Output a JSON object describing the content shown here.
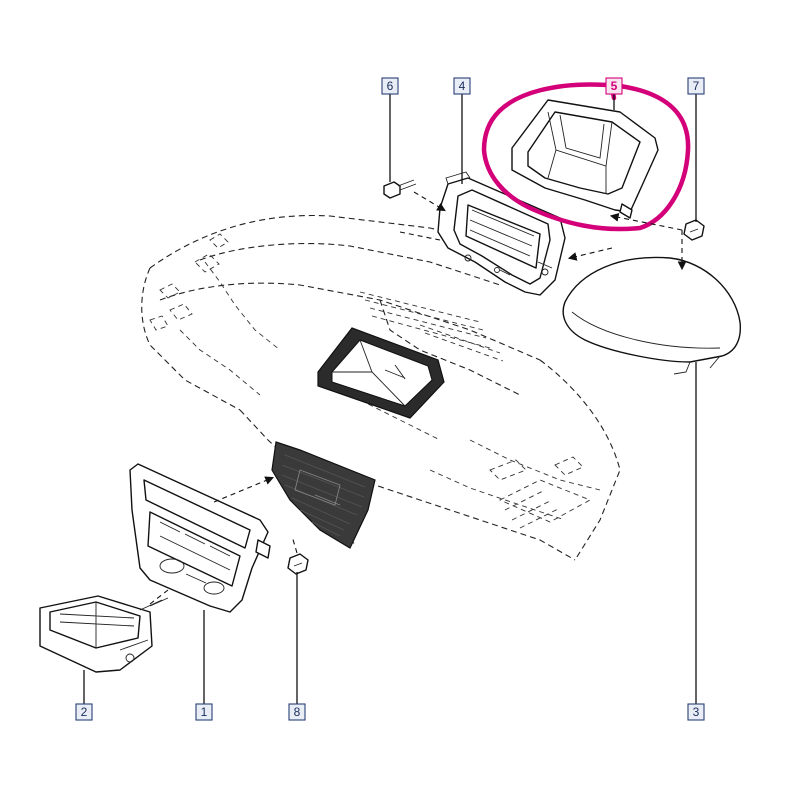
{
  "callouts": [
    {
      "id": "1",
      "label": "1"
    },
    {
      "id": "2",
      "label": "2"
    },
    {
      "id": "3",
      "label": "3"
    },
    {
      "id": "4",
      "label": "4"
    },
    {
      "id": "5",
      "label": "5"
    },
    {
      "id": "6",
      "label": "6"
    },
    {
      "id": "7",
      "label": "7"
    },
    {
      "id": "8",
      "label": "8"
    }
  ],
  "highlight": {
    "target_callout": "5",
    "color": "#d4007a"
  },
  "colors": {
    "callout_border": "#2a3f78",
    "callout_text": "#1a2b5c",
    "line": "#111111"
  }
}
